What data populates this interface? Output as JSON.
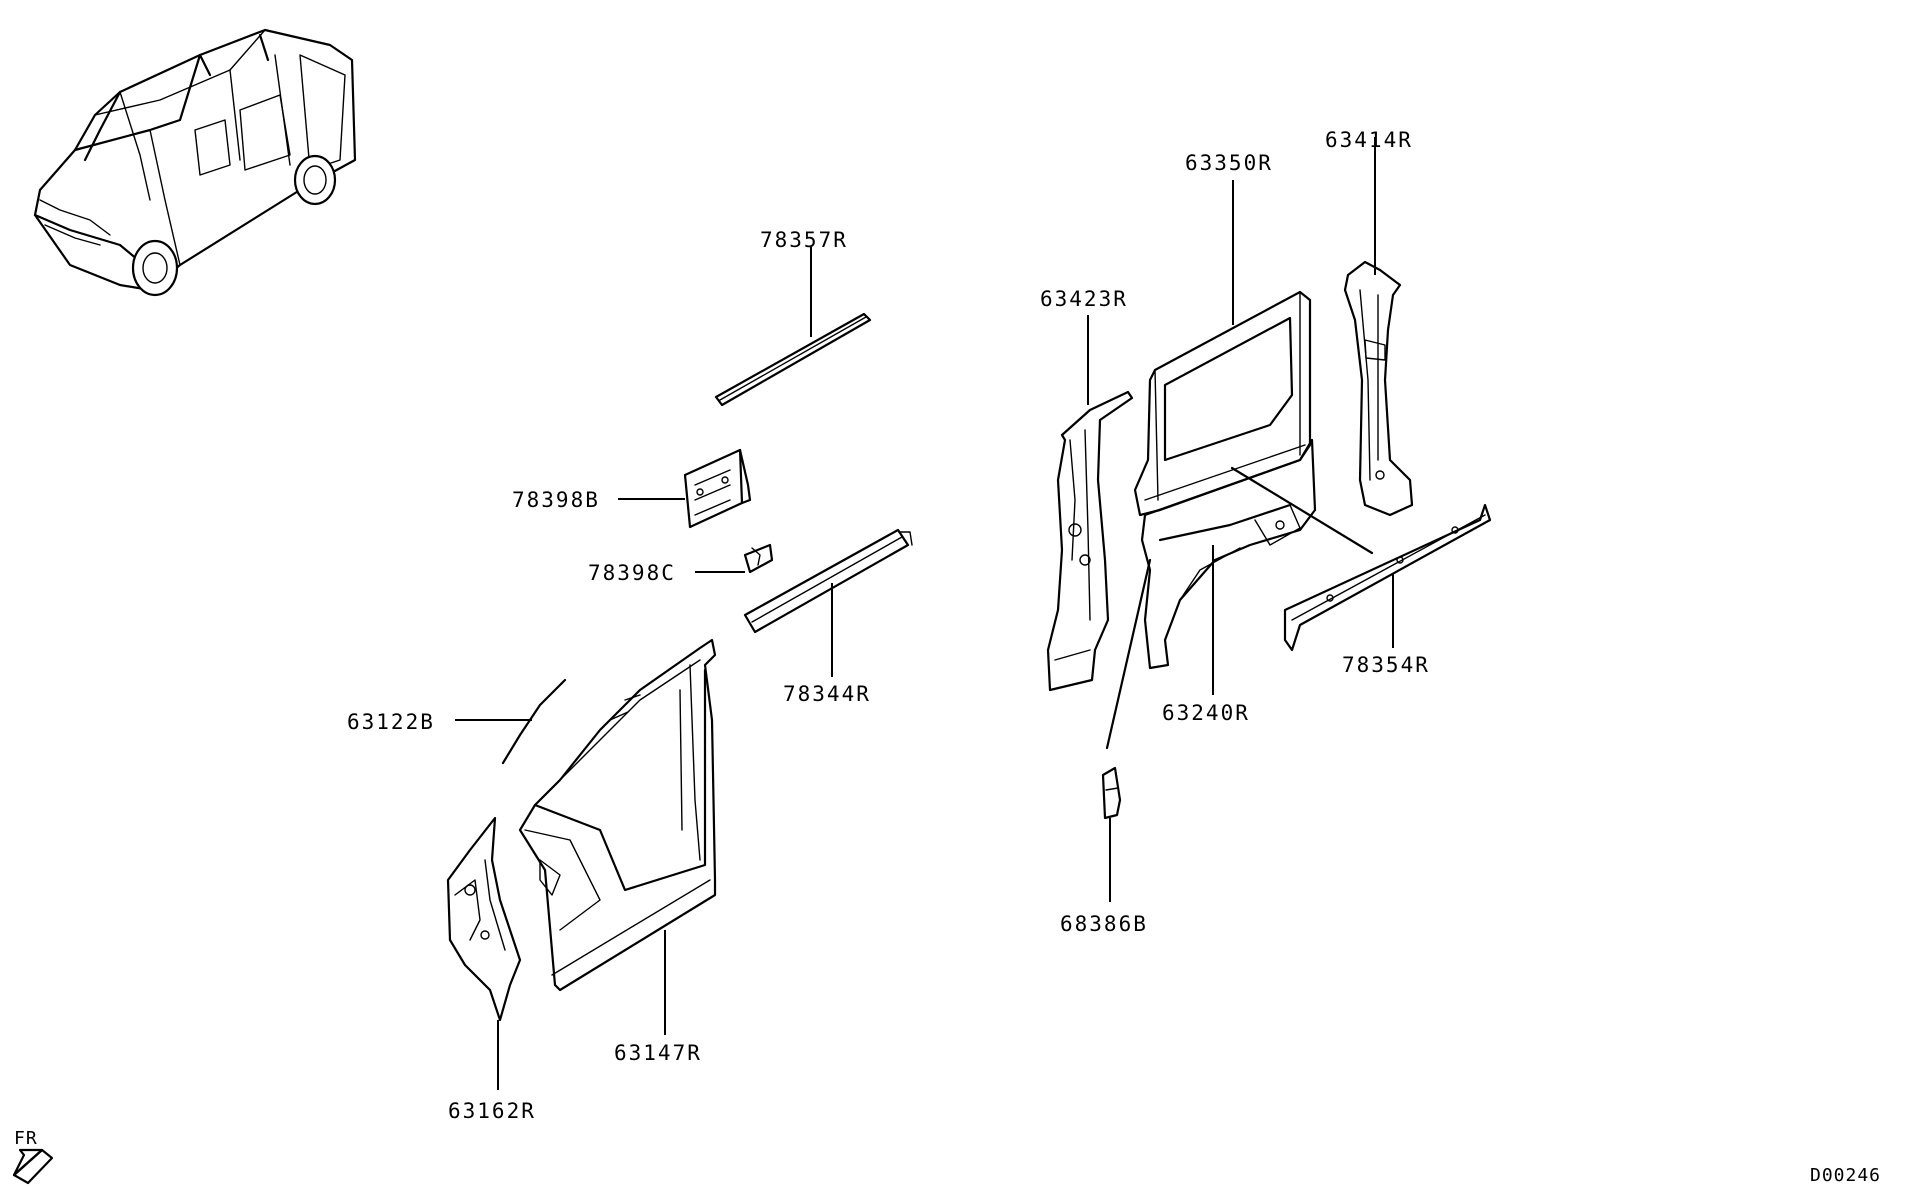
{
  "labels": {
    "p78357R": "78357R",
    "p78398B": "78398B",
    "p78398C": "78398C",
    "p78344R": "78344R",
    "p63122B": "63122B",
    "p63147R": "63147R",
    "p63162R": "63162R",
    "p63423R": "63423R",
    "p63350R": "63350R",
    "p63414R": "63414R",
    "p63240R": "63240R",
    "p78354R": "78354R",
    "p68386B": "68386B"
  },
  "orientation": "FR",
  "diagram_code": "D00246"
}
